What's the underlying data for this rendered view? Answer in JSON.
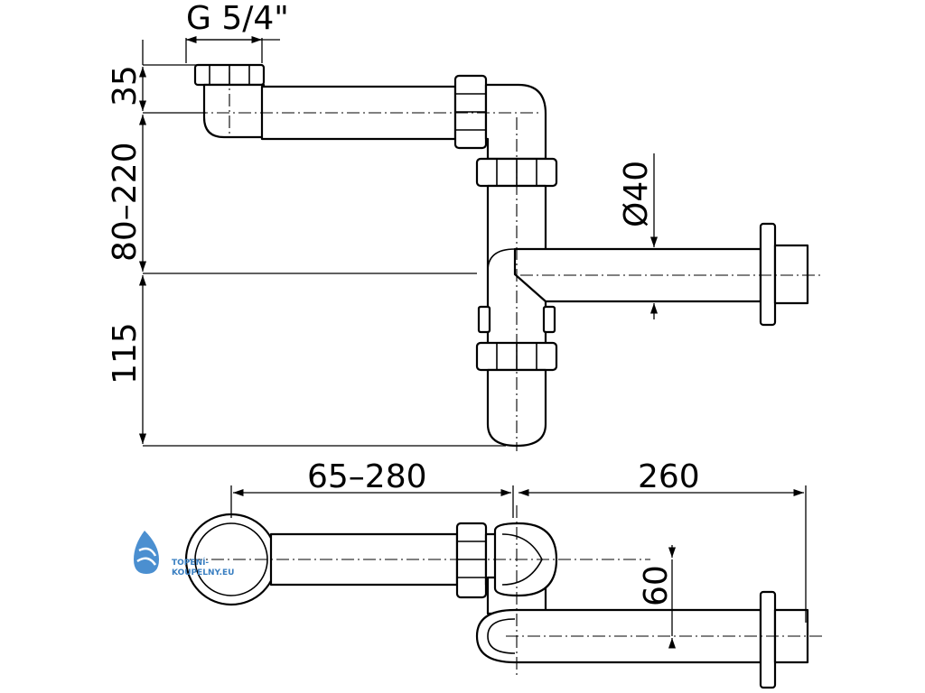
{
  "dimensions": {
    "thread": "G 5/4\"",
    "inlet_height": "35",
    "adjustable_height": "80–220",
    "trap_depth": "115",
    "outlet_diameter": "Ø40",
    "horizontal_reach": "65–280",
    "outlet_length": "260",
    "offset": "60"
  },
  "logo": {
    "line1": "TOPENÍ-",
    "line2": "KOUPELNY.EU",
    "color": "#3a7fc1",
    "icon": "water-drop-icon"
  }
}
